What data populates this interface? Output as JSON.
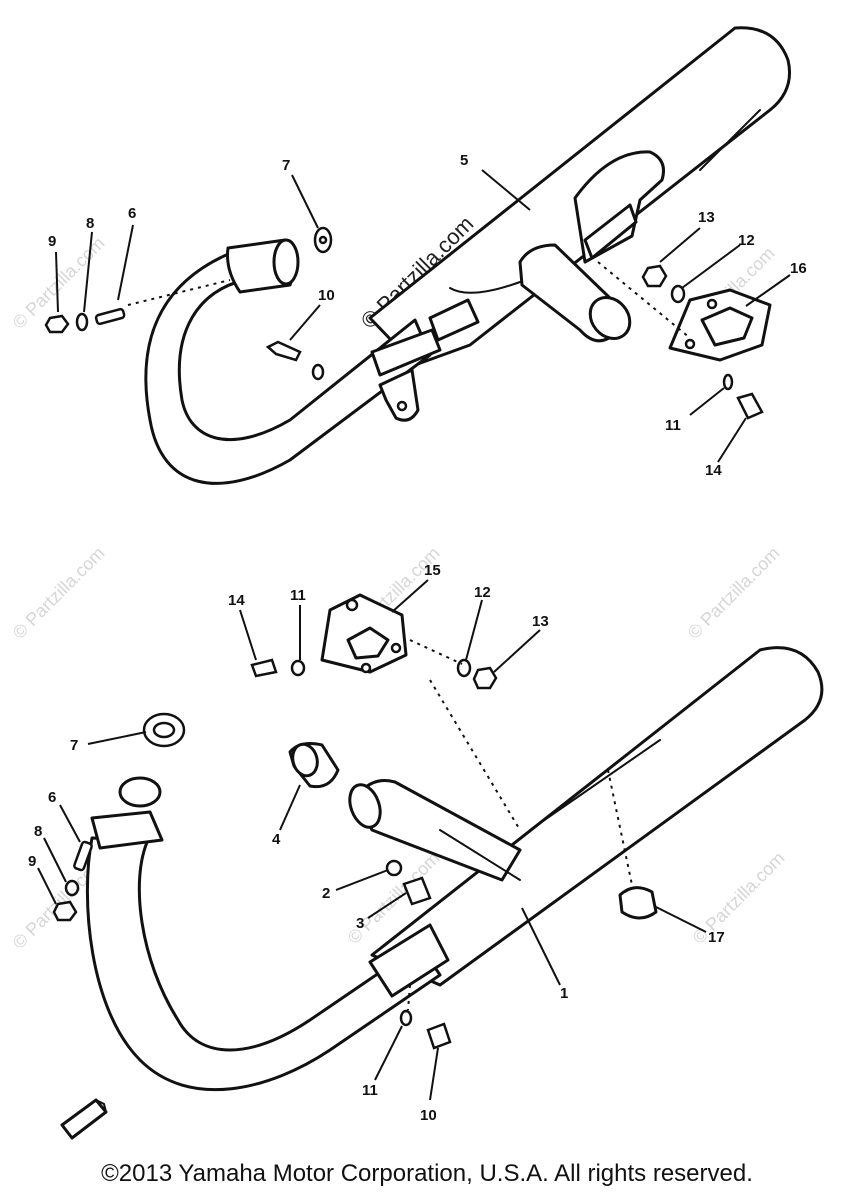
{
  "watermark": {
    "main": "© Partzilla.com",
    "repeat": "© Partzilla.com"
  },
  "callouts": {
    "upper": {
      "p5": "5",
      "p7": "7",
      "p6": "6",
      "p8": "8",
      "p9": "9",
      "p10": "10",
      "p13": "13",
      "p12": "12",
      "p16": "16",
      "p11": "11",
      "p14": "14"
    },
    "lower": {
      "p14": "14",
      "p11": "11",
      "p15": "15",
      "p12": "12",
      "p13": "13",
      "p7": "7",
      "p6": "6",
      "p8": "8",
      "p9": "9",
      "p4": "4",
      "p2": "2",
      "p3": "3",
      "p17": "17",
      "p1": "1",
      "p11b": "11",
      "p10": "10"
    }
  },
  "footer": {
    "copyright": "©2013 Yamaha Motor Corporation, U.S.A. All rights reserved."
  }
}
